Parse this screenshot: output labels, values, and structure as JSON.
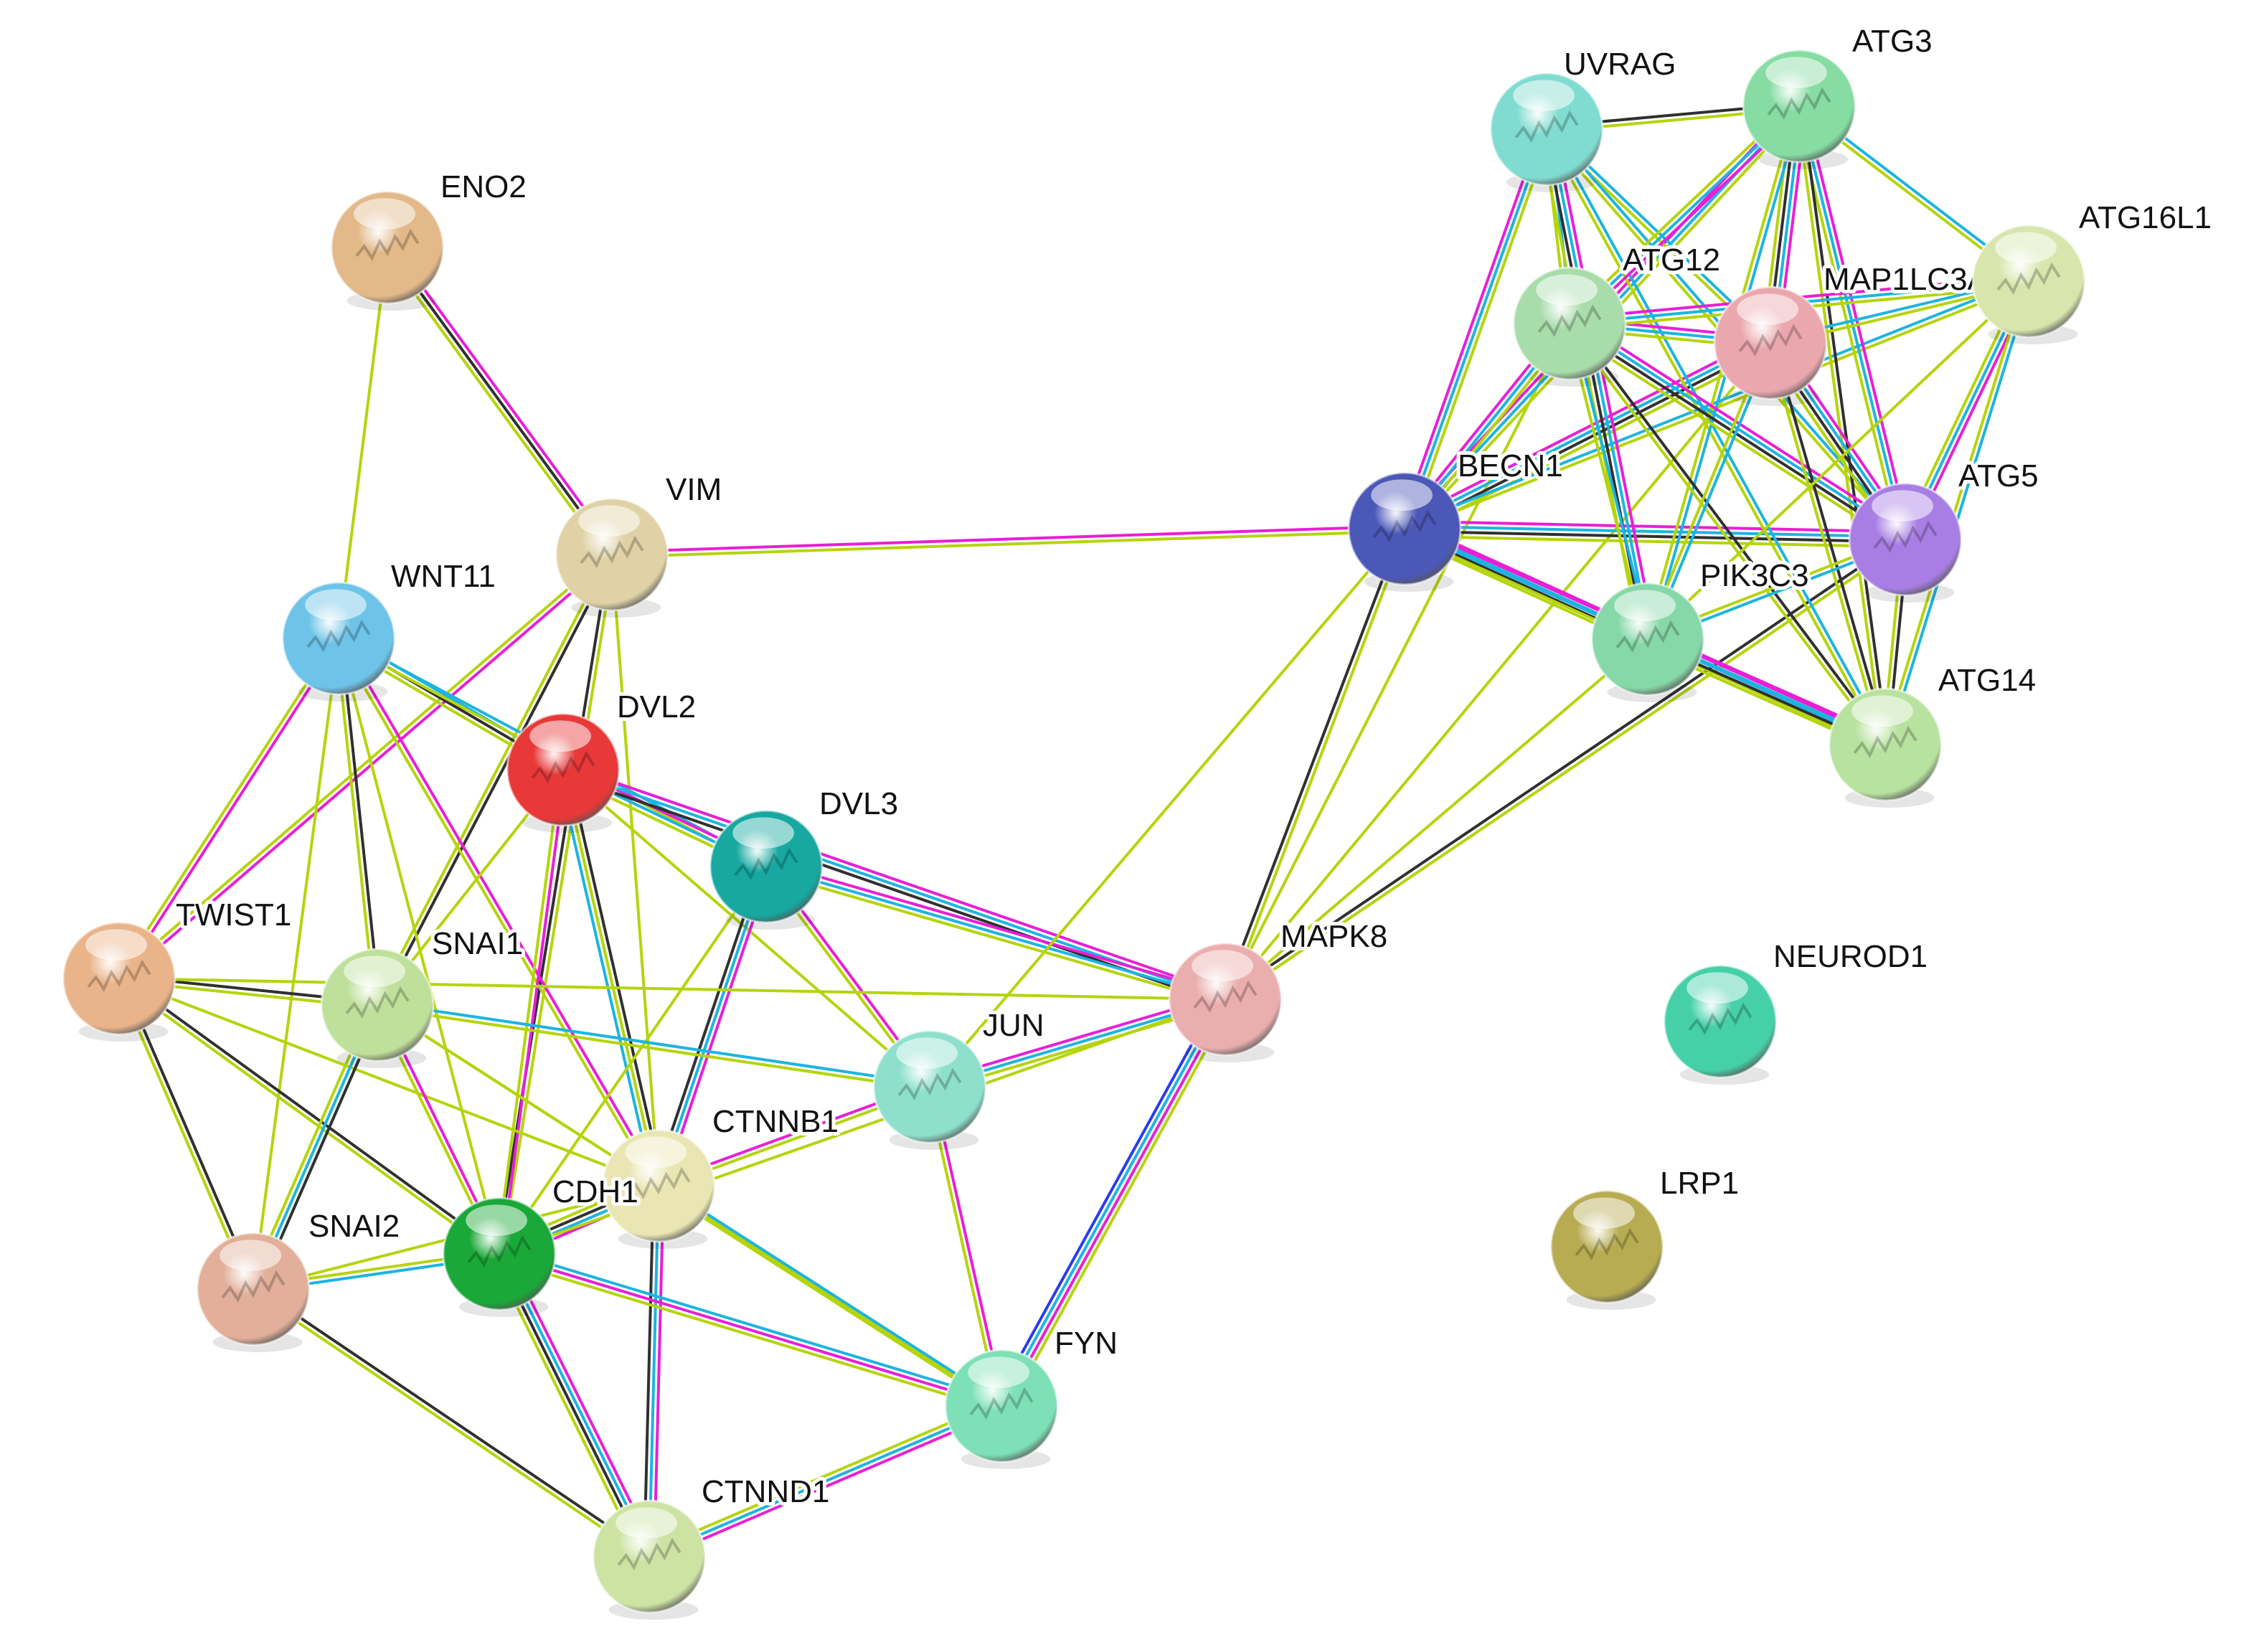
{
  "colors": {
    "textmining": "#b5d40c",
    "coexpression": "#303030",
    "experiments": "#e81fd6",
    "databases": "#1db4e0",
    "neighborhood": "#2b3bf0"
  },
  "nodes": [
    {
      "id": "ENO2",
      "label": "ENO2",
      "color": "#e3b98a"
    },
    {
      "id": "VIM",
      "label": "VIM",
      "color": "#e0d2a6"
    },
    {
      "id": "WNT11",
      "label": "WNT11",
      "color": "#6ec3e8"
    },
    {
      "id": "DVL2",
      "label": "DVL2",
      "color": "#e83838"
    },
    {
      "id": "DVL3",
      "label": "DVL3",
      "color": "#17a8a0"
    },
    {
      "id": "TWIST1",
      "label": "TWIST1",
      "color": "#eab48a"
    },
    {
      "id": "SNAI1",
      "label": "SNAI1",
      "color": "#bfe09a"
    },
    {
      "id": "JUN",
      "label": "JUN",
      "color": "#8ee0cc"
    },
    {
      "id": "CTNNB1",
      "label": "CTNNB1",
      "color": "#eae6b4"
    },
    {
      "id": "CDH1",
      "label": "CDH1",
      "color": "#1aa838"
    },
    {
      "id": "SNAI2",
      "label": "SNAI2",
      "color": "#e2b09a"
    },
    {
      "id": "FYN",
      "label": "FYN",
      "color": "#7ee0b6"
    },
    {
      "id": "CTNND1",
      "label": "CTNND1",
      "color": "#cde3a4"
    },
    {
      "id": "MAPK8",
      "label": "MAPK8",
      "color": "#ebaeae"
    },
    {
      "id": "BECN1",
      "label": "BECN1",
      "color": "#4c58b8"
    },
    {
      "id": "UVRAG",
      "label": "UVRAG",
      "color": "#80dcd0"
    },
    {
      "id": "ATG3",
      "label": "ATG3",
      "color": "#86dca2"
    },
    {
      "id": "ATG12",
      "label": "ATG12",
      "color": "#a8dcaa"
    },
    {
      "id": "MAP1LC3A",
      "label": "MAP1LC3A",
      "color": "#eaa8ae"
    },
    {
      "id": "ATG16L1",
      "label": "ATG16L1",
      "color": "#d8e6ae"
    },
    {
      "id": "ATG5",
      "label": "ATG5",
      "color": "#a87ee4"
    },
    {
      "id": "PIK3C3",
      "label": "PIK3C3",
      "color": "#86d8a8"
    },
    {
      "id": "ATG14",
      "label": "ATG14",
      "color": "#b8e2a0"
    },
    {
      "id": "NEUROD1",
      "label": "NEUROD1",
      "color": "#46d0a8"
    },
    {
      "id": "LRP1",
      "label": "LRP1",
      "color": "#b8ac52"
    }
  ],
  "edges": [
    {
      "source": "ENO2",
      "target": "VIM",
      "evidence": [
        "experiments",
        "coexpression",
        "textmining"
      ]
    },
    {
      "source": "ENO2",
      "target": "WNT11",
      "evidence": [
        "textmining"
      ]
    },
    {
      "source": "VIM",
      "target": "BECN1",
      "evidence": [
        "experiments",
        "textmining"
      ]
    },
    {
      "source": "VIM",
      "target": "TWIST1",
      "evidence": [
        "experiments",
        "textmining"
      ]
    },
    {
      "source": "VIM",
      "target": "SNAI1",
      "evidence": [
        "coexpression",
        "textmining"
      ]
    },
    {
      "source": "VIM",
      "target": "CTNNB1",
      "evidence": [
        "textmining"
      ]
    },
    {
      "source": "VIM",
      "target": "CDH1",
      "evidence": [
        "textmining",
        "coexpression"
      ]
    },
    {
      "source": "WNT11",
      "target": "DVL2",
      "evidence": [
        "databases",
        "coexpression",
        "textmining"
      ]
    },
    {
      "source": "WNT11",
      "target": "DVL3",
      "evidence": [
        "databases",
        "textmining"
      ]
    },
    {
      "source": "WNT11",
      "target": "TWIST1",
      "evidence": [
        "experiments",
        "textmining"
      ]
    },
    {
      "source": "WNT11",
      "target": "SNAI1",
      "evidence": [
        "coexpression",
        "textmining"
      ]
    },
    {
      "source": "WNT11",
      "target": "CTNNB1",
      "evidence": [
        "experiments",
        "textmining"
      ]
    },
    {
      "source": "WNT11",
      "target": "CDH1",
      "evidence": [
        "textmining"
      ]
    },
    {
      "source": "WNT11",
      "target": "SNAI2",
      "evidence": [
        "textmining"
      ]
    },
    {
      "source": "DVL2",
      "target": "DVL3",
      "evidence": [
        "experiments",
        "databases",
        "textmining"
      ]
    },
    {
      "source": "DVL2",
      "target": "MAPK8",
      "evidence": [
        "experiments",
        "databases",
        "coexpression"
      ]
    },
    {
      "source": "DVL2",
      "target": "CTNNB1",
      "evidence": [
        "coexpression",
        "textmining",
        "databases"
      ]
    },
    {
      "source": "DVL2",
      "target": "CDH1",
      "evidence": [
        "experiments",
        "textmining"
      ]
    },
    {
      "source": "DVL2",
      "target": "SNAI1",
      "evidence": [
        "textmining"
      ]
    },
    {
      "source": "DVL2",
      "target": "JUN",
      "evidence": [
        "textmining"
      ]
    },
    {
      "source": "DVL3",
      "target": "MAPK8",
      "evidence": [
        "experiments",
        "databases",
        "textmining"
      ]
    },
    {
      "source": "DVL3",
      "target": "CTNNB1",
      "evidence": [
        "experiments",
        "databases",
        "coexpression"
      ]
    },
    {
      "source": "DVL3",
      "target": "JUN",
      "evidence": [
        "experiments",
        "textmining"
      ]
    },
    {
      "source": "DVL3",
      "target": "CDH1",
      "evidence": [
        "textmining"
      ]
    },
    {
      "source": "TWIST1",
      "target": "SNAI1",
      "evidence": [
        "coexpression",
        "textmining"
      ]
    },
    {
      "source": "TWIST1",
      "target": "SNAI2",
      "evidence": [
        "coexpression",
        "textmining"
      ]
    },
    {
      "source": "TWIST1",
      "target": "CDH1",
      "evidence": [
        "coexpression",
        "textmining"
      ]
    },
    {
      "source": "TWIST1",
      "target": "CTNNB1",
      "evidence": [
        "textmining"
      ]
    },
    {
      "source": "TWIST1",
      "target": "MAPK8",
      "evidence": [
        "textmining"
      ]
    },
    {
      "source": "SNAI1",
      "target": "SNAI2",
      "evidence": [
        "coexpression",
        "databases",
        "textmining"
      ]
    },
    {
      "source": "SNAI1",
      "target": "CDH1",
      "evidence": [
        "experiments",
        "textmining"
      ]
    },
    {
      "source": "SNAI1",
      "target": "JUN",
      "evidence": [
        "databases",
        "textmining"
      ]
    },
    {
      "source": "SNAI1",
      "target": "CTNNB1",
      "evidence": [
        "textmining"
      ]
    },
    {
      "source": "SNAI1",
      "target": "FYN",
      "evidence": [
        "textmining"
      ]
    },
    {
      "source": "JUN",
      "target": "MAPK8",
      "evidence": [
        "experiments",
        "databases",
        "textmining"
      ]
    },
    {
      "source": "JUN",
      "target": "CTNNB1",
      "evidence": [
        "textmining",
        "experiments"
      ]
    },
    {
      "source": "JUN",
      "target": "FYN",
      "evidence": [
        "experiments",
        "textmining"
      ]
    },
    {
      "source": "JUN",
      "target": "BECN1",
      "evidence": [
        "textmining"
      ]
    },
    {
      "source": "CTNNB1",
      "target": "CDH1",
      "evidence": [
        "experiments",
        "databases",
        "coexpression",
        "textmining"
      ]
    },
    {
      "source": "CTNNB1",
      "target": "CTNND1",
      "evidence": [
        "experiments",
        "databases",
        "coexpression"
      ]
    },
    {
      "source": "CTNNB1",
      "target": "FYN",
      "evidence": [
        "databases",
        "textmining"
      ]
    },
    {
      "source": "CTNNB1",
      "target": "SNAI2",
      "evidence": [
        "textmining"
      ]
    },
    {
      "source": "CDH1",
      "target": "CTNND1",
      "evidence": [
        "experiments",
        "databases",
        "coexpression",
        "textmining"
      ]
    },
    {
      "source": "CDH1",
      "target": "SNAI2",
      "evidence": [
        "databases",
        "textmining"
      ]
    },
    {
      "source": "CDH1",
      "target": "FYN",
      "evidence": [
        "databases",
        "experiments",
        "textmining"
      ]
    },
    {
      "source": "CDH1",
      "target": "MAPK8",
      "evidence": [
        "textmining"
      ]
    },
    {
      "source": "SNAI2",
      "target": "CTNND1",
      "evidence": [
        "coexpression",
        "textmining"
      ]
    },
    {
      "source": "FYN",
      "target": "CTNND1",
      "evidence": [
        "experiments",
        "databases",
        "textmining"
      ]
    },
    {
      "source": "FYN",
      "target": "MAPK8",
      "evidence": [
        "neighborhood",
        "databases",
        "experiments",
        "textmining"
      ]
    },
    {
      "source": "MAPK8",
      "target": "BECN1",
      "evidence": [
        "coexpression",
        "textmining"
      ]
    },
    {
      "source": "MAPK8",
      "target": "PIK3C3",
      "evidence": [
        "textmining"
      ]
    },
    {
      "source": "MAPK8",
      "target": "ATG5",
      "evidence": [
        "coexpression",
        "textmining"
      ]
    },
    {
      "source": "MAPK8",
      "target": "MAP1LC3A",
      "evidence": [
        "textmining"
      ]
    },
    {
      "source": "MAPK8",
      "target": "ATG12",
      "evidence": [
        "textmining"
      ]
    },
    {
      "source": "BECN1",
      "target": "UVRAG",
      "evidence": [
        "experiments",
        "databases",
        "textmining"
      ]
    },
    {
      "source": "BECN1",
      "target": "ATG3",
      "evidence": [
        "experiments",
        "databases",
        "textmining"
      ]
    },
    {
      "source": "BECN1",
      "target": "ATG12",
      "evidence": [
        "experiments",
        "databases",
        "textmining"
      ]
    },
    {
      "source": "BECN1",
      "target": "MAP1LC3A",
      "evidence": [
        "experiments",
        "databases",
        "coexpression",
        "textmining"
      ]
    },
    {
      "source": "BECN1",
      "target": "ATG16L1",
      "evidence": [
        "databases",
        "textmining"
      ]
    },
    {
      "source": "BECN1",
      "target": "ATG5",
      "evidence": [
        "experiments",
        "databases",
        "coexpression",
        "textmining"
      ]
    },
    {
      "source": "BECN1",
      "target": "PIK3C3",
      "evidence": [
        "experiments",
        "databases",
        "coexpression",
        "textmining"
      ]
    },
    {
      "source": "BECN1",
      "target": "ATG14",
      "evidence": [
        "experiments",
        "databases",
        "textmining"
      ]
    },
    {
      "source": "UVRAG",
      "target": "ATG3",
      "evidence": [
        "coexpression",
        "textmining"
      ]
    },
    {
      "source": "UVRAG",
      "target": "ATG12",
      "evidence": [
        "databases",
        "textmining"
      ]
    },
    {
      "source": "UVRAG",
      "target": "MAP1LC3A",
      "evidence": [
        "databases",
        "textmining"
      ]
    },
    {
      "source": "UVRAG",
      "target": "ATG5",
      "evidence": [
        "databases",
        "textmining"
      ]
    },
    {
      "source": "UVRAG",
      "target": "PIK3C3",
      "evidence": [
        "experiments",
        "databases",
        "coexpression",
        "textmining"
      ]
    },
    {
      "source": "UVRAG",
      "target": "ATG14",
      "evidence": [
        "databases",
        "textmining"
      ]
    },
    {
      "source": "ATG3",
      "target": "ATG12",
      "evidence": [
        "experiments",
        "databases",
        "textmining"
      ]
    },
    {
      "source": "ATG3",
      "target": "MAP1LC3A",
      "evidence": [
        "experiments",
        "databases",
        "coexpression",
        "textmining"
      ]
    },
    {
      "source": "ATG3",
      "target": "ATG16L1",
      "evidence": [
        "databases",
        "textmining"
      ]
    },
    {
      "source": "ATG3",
      "target": "ATG5",
      "evidence": [
        "experiments",
        "databases",
        "textmining"
      ]
    },
    {
      "source": "ATG3",
      "target": "PIK3C3",
      "evidence": [
        "databases",
        "textmining"
      ]
    },
    {
      "source": "ATG3",
      "target": "ATG14",
      "evidence": [
        "coexpression",
        "textmining"
      ]
    },
    {
      "source": "ATG12",
      "target": "MAP1LC3A",
      "evidence": [
        "experiments",
        "databases",
        "textmining"
      ]
    },
    {
      "source": "ATG12",
      "target": "ATG16L1",
      "evidence": [
        "experiments",
        "databases",
        "textmining"
      ]
    },
    {
      "source": "ATG12",
      "target": "ATG5",
      "evidence": [
        "experiments",
        "databases",
        "coexpression",
        "textmining"
      ]
    },
    {
      "source": "ATG12",
      "target": "PIK3C3",
      "evidence": [
        "databases",
        "textmining"
      ]
    },
    {
      "source": "ATG12",
      "target": "ATG14",
      "evidence": [
        "coexpression",
        "textmining"
      ]
    },
    {
      "source": "MAP1LC3A",
      "target": "ATG16L1",
      "evidence": [
        "databases",
        "textmining"
      ]
    },
    {
      "source": "MAP1LC3A",
      "target": "ATG5",
      "evidence": [
        "experiments",
        "databases",
        "coexpression",
        "textmining"
      ]
    },
    {
      "source": "MAP1LC3A",
      "target": "PIK3C3",
      "evidence": [
        "databases",
        "textmining"
      ]
    },
    {
      "source": "MAP1LC3A",
      "target": "ATG14",
      "evidence": [
        "coexpression",
        "textmining"
      ]
    },
    {
      "source": "ATG16L1",
      "target": "ATG5",
      "evidence": [
        "experiments",
        "databases",
        "textmining"
      ]
    },
    {
      "source": "ATG16L1",
      "target": "PIK3C3",
      "evidence": [
        "textmining"
      ]
    },
    {
      "source": "ATG16L1",
      "target": "ATG14",
      "evidence": [
        "databases",
        "textmining"
      ]
    },
    {
      "source": "ATG5",
      "target": "PIK3C3",
      "evidence": [
        "databases",
        "textmining"
      ]
    },
    {
      "source": "ATG5",
      "target": "ATG14",
      "evidence": [
        "coexpression",
        "textmining"
      ]
    },
    {
      "source": "PIK3C3",
      "target": "ATG14",
      "evidence": [
        "experiments",
        "databases",
        "coexpression",
        "textmining"
      ]
    }
  ]
}
